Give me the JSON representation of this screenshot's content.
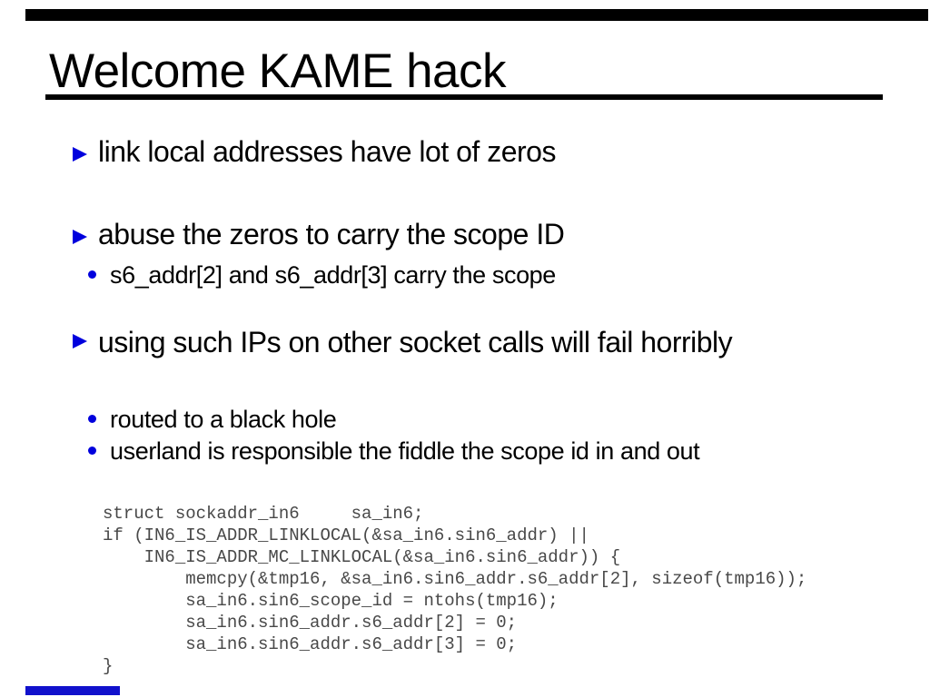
{
  "slide": {
    "title": "Welcome KAME hack",
    "bullets": [
      {
        "text": "link local addresses have lot of zeros"
      },
      {
        "text": "abuse the zeros to carry the scope ID"
      },
      {
        "text": "using such IPs on other socket calls will fail horribly"
      }
    ],
    "sub_bullets": [
      {
        "text": "s6_addr[2] and s6_addr[3] carry the scope"
      },
      {
        "text": "routed to a black hole"
      },
      {
        "text": "userland is responsible the fiddle the scope id in and out"
      }
    ],
    "code_lines": [
      "struct sockaddr_in6     sa_in6;",
      "if (IN6_IS_ADDR_LINKLOCAL(&sa_in6.sin6_addr) ||",
      "    IN6_IS_ADDR_MC_LINKLOCAL(&sa_in6.sin6_addr)) {",
      "        memcpy(&tmp16, &sa_in6.sin6_addr.s6_addr[2], sizeof(tmp16));",
      "        sa_in6.sin6_scope_id = ntohs(tmp16);",
      "        sa_in6.sin6_addr.s6_addr[2] = 0;",
      "        sa_in6.sin6_addr.s6_addr[3] = 0;",
      "}"
    ],
    "colors": {
      "bullet_accent": "#0000dd",
      "top_bar": "#000000",
      "bottom_bar": "#1111cc",
      "code_text": "#484848",
      "body_text": "#000000",
      "background": "#ffffff"
    }
  }
}
